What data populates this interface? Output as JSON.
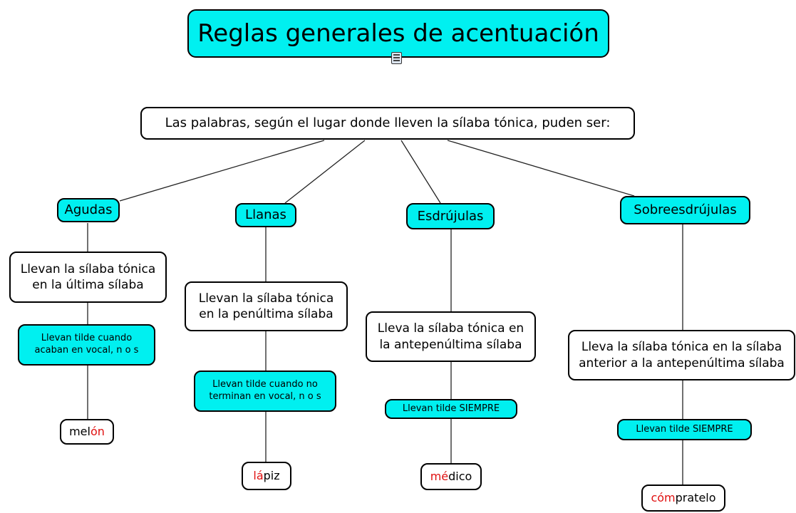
{
  "title": "Reglas generales de acentuación",
  "intro": "Las palabras, según el lugar donde lleven la sílaba tónica, puden ser:",
  "icons": {
    "note": "note-icon"
  },
  "colors": {
    "node_fill": "#00f0f0",
    "accent_red": "#e01010",
    "box_fill": "#ffffff"
  },
  "columns": [
    {
      "type": "Agudas",
      "rule": "Llevan la sílaba tónica\nen la última sílaba",
      "tilde": "Llevan tilde cuando\nacaban en vocal, n o s",
      "example": {
        "pre": "mel",
        "accent": "ón",
        "post": ""
      }
    },
    {
      "type": "Llanas",
      "rule": "Llevan la sílaba tónica\nen la penúltima sílaba",
      "tilde": "Llevan tilde cuando no\nterminan en vocal, n o s",
      "example": {
        "pre": "",
        "accent": "lá",
        "post": "piz"
      }
    },
    {
      "type": "Esdrújulas",
      "rule": "Lleva la sílaba tónica en\nla antepenúltima sílaba",
      "tilde": "Llevan tilde SIEMPRE",
      "example": {
        "pre": "",
        "accent": "mé",
        "post": "dico"
      }
    },
    {
      "type": "Sobreesdrújulas",
      "rule": "Lleva la sílaba tónica en la sílaba\nanterior a la antepenúltima sílaba",
      "tilde": "Llevan tilde SIEMPRE",
      "example": {
        "pre": "",
        "accent": "cóm",
        "post": "pratelo"
      }
    }
  ]
}
